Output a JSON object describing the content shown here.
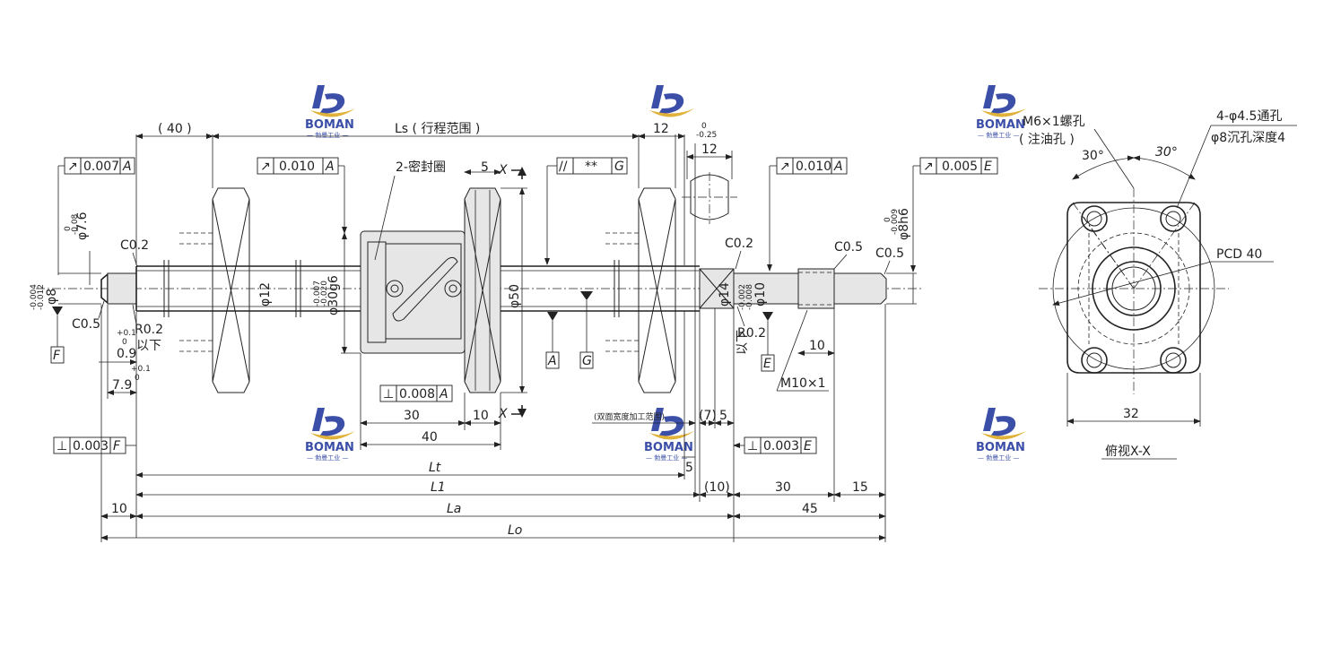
{
  "watermark": {
    "brand": "BOMAN",
    "sub": "— 勃曼工业 —",
    "colors": {
      "logo_blue": "#3b4fa8",
      "logo_gold": "#e0b23a"
    }
  },
  "top_dims": {
    "d40": "( 40 )",
    "ls": "Ls ( 行程范围 )",
    "d12a": "12",
    "tol_12": [
      "0",
      "-0.25"
    ],
    "d12b": "12",
    "d5": "5"
  },
  "gdt": {
    "left": {
      "sym": "↗",
      "val": "0.007",
      "ref": "A"
    },
    "mid": {
      "sym": "↗",
      "val": "0.010",
      "ref": "A"
    },
    "parallel": {
      "sym": "//",
      "val": "**",
      "ref": "G"
    },
    "right": {
      "sym": "↗",
      "val": "0.010",
      "ref": "A"
    },
    "far_right": {
      "sym": "↗",
      "val": "0.005",
      "ref": "E"
    },
    "perp_nut": {
      "sym": "⊥",
      "val": "0.008",
      "ref": "A"
    },
    "perp_F": {
      "sym": "⊥",
      "val": "0.003",
      "ref": "F"
    },
    "perp_E": {
      "sym": "⊥",
      "val": "0.003",
      "ref": "E"
    }
  },
  "labels": {
    "seal": "2-密封圈",
    "x_top": "X",
    "x_bot": "X",
    "phi76": "φ7.6",
    "phi76_tol": [
      "0",
      "-0.08"
    ],
    "phi8": "φ8",
    "phi8_tol": [
      "-0.004",
      "-0.012"
    ],
    "phi12": "φ12",
    "phi30": "φ30g6",
    "phi30_tol": [
      "-0.007",
      "-0.020"
    ],
    "phi50": "φ50",
    "phi14": "φ14",
    "phi10": "φ10",
    "phi10_tol": [
      "-0.002",
      "-0.008"
    ],
    "phi8h6": "φ8h6",
    "phi8h6_tol": [
      "0",
      "-0.009"
    ],
    "c02_left": "C0.2",
    "c05_left": "C0.5",
    "c02_right": "C0.2",
    "c05_a": "C0.5",
    "c05_b": "C0.5",
    "r02_left": "R0.2",
    "r02_left_2": "以下",
    "r02_right": "R0.2",
    "r02_right_2": "以下",
    "d09": "0.9",
    "d09_tol": [
      "+0.1",
      "0"
    ],
    "d79": "7.9",
    "d79_tol": [
      "+0.1",
      "0"
    ],
    "datum_F": "F",
    "datum_A": "A",
    "datum_G": "G",
    "datum_E": "E",
    "m10": "M10×1",
    "d10_right": "10"
  },
  "bottom_dims": {
    "d30": "30",
    "d10": "10",
    "d40": "40",
    "flat": "(双面宽度加工范围)",
    "d7": "(7)",
    "d5a": "5",
    "d5b": "5",
    "lt": "Lt",
    "l1": "L1",
    "la": "La",
    "lo": "Lo",
    "d10p": "(10)",
    "d30b": "30",
    "d15": "15",
    "d10l": "10",
    "d45": "45"
  },
  "side_view": {
    "m6": "M6×1螺孔",
    "oil": "( 注油孔 )",
    "holes": "4-φ4.5通孔",
    "cbore": "φ8沉孔深度4",
    "a30l": "30°",
    "a30r": "30°",
    "pcd": "PCD 40",
    "d32": "32",
    "caption": "俯视X-X"
  }
}
